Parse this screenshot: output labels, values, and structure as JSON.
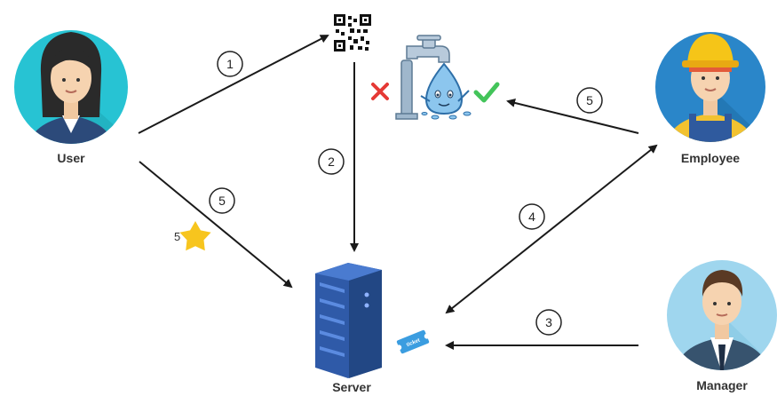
{
  "roles": {
    "user": "User",
    "employee": "Employee",
    "manager": "Manager",
    "server": "Server"
  },
  "steps": [
    {
      "id": "scan-qr",
      "number": "1"
    },
    {
      "id": "qr-to-server",
      "number": "2"
    },
    {
      "id": "manager-ticket",
      "number": "3"
    },
    {
      "id": "server-employee",
      "number": "4"
    },
    {
      "id": "employee-fix",
      "number": "5"
    },
    {
      "id": "user-feedback",
      "number": "5"
    }
  ],
  "rating": {
    "value": "5",
    "icon": "star-icon",
    "color": "#f7c51e"
  },
  "ticket": {
    "label": "ticket",
    "icon": "ticket-icon",
    "color": "#3b9de0"
  },
  "status_icons": {
    "before": "cross-icon",
    "after": "check-icon",
    "before_color": "#e53935",
    "after_color": "#43c45a"
  },
  "colors": {
    "user_bg": "#27c3d3",
    "employee_bg": "#2a86c9",
    "manager_bg": "#9fd6ee",
    "server": "#2f5aa8",
    "arrow": "#1a1a1a"
  }
}
